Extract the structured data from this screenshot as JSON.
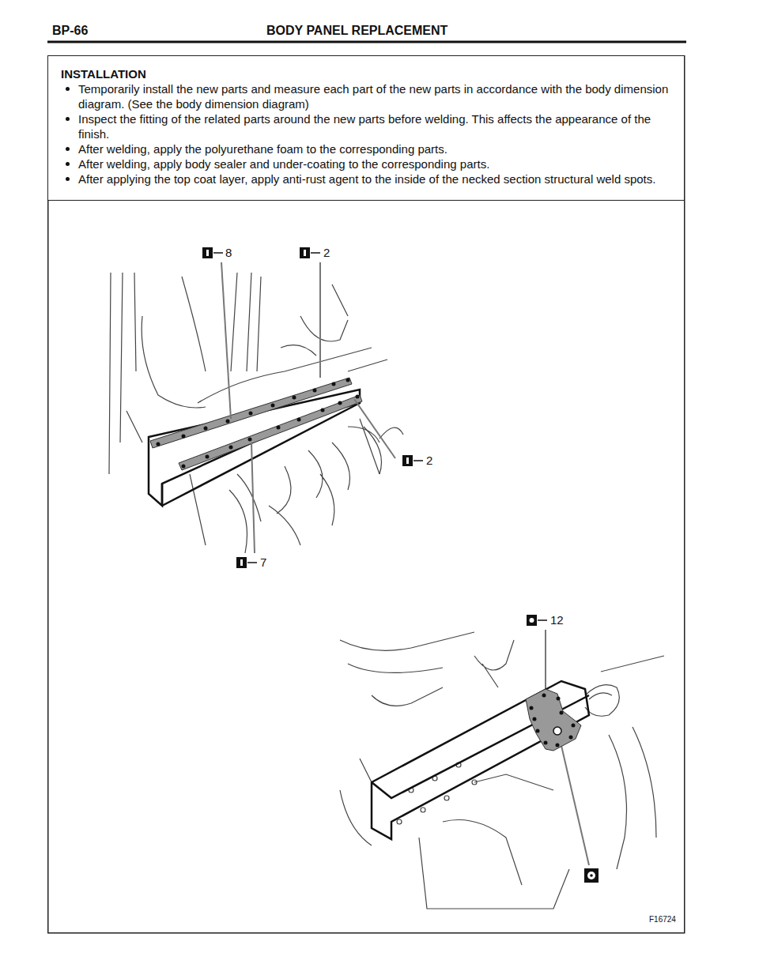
{
  "diagram": {
    "title": "BODY PANEL REPLACEMENT",
    "nodes": [
      {
        "text": [
          "INSTALLATION",
          "Temporarily install the new parts and measure each part of the new parts in accordance with the body dimension diagram. (See the body dimension diagram)",
          "Inspect the fitting of the related parts around the new parts before welding. This affects the appearance of the finish.",
          "After welding, apply the polyurethane foam to the corresponding parts.",
          "After welding, apply body sealer and under-coating to the corresponding parts.",
          "After applying the top coat layer, apply anti-rust agent to the inside of the necked section structural weld spots."
        ]
      }
    ],
    "labels": [
      "BP-66",
      "8",
      "2",
      "2",
      "7",
      "12",
      "F16724"
    ]
  }
}
